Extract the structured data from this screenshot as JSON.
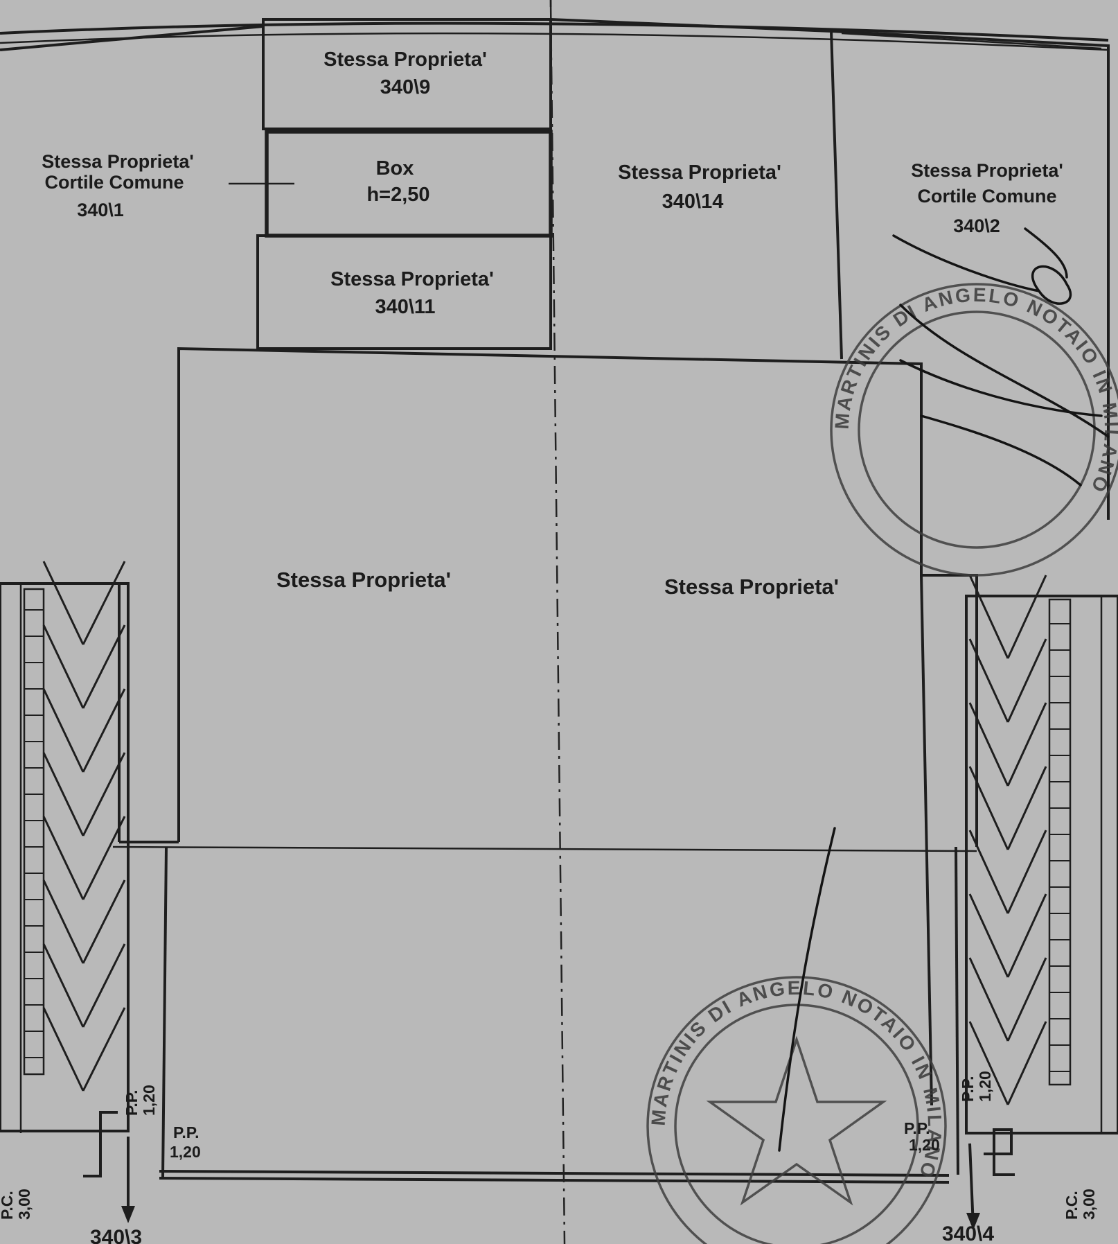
{
  "units": {
    "unit_9": {
      "line1": "Stessa Proprieta'",
      "line2": "340\\9"
    },
    "box": {
      "line1": "Box",
      "line2": "h=2,50"
    },
    "unit_11": {
      "line1": "Stessa Proprieta'",
      "line2": "340\\11"
    },
    "unit_14": {
      "line1": "Stessa Proprieta'",
      "line2": "340\\14"
    },
    "unit_1": {
      "line1": "Stessa Proprieta'",
      "line2": "Cortile Comune",
      "line3": "340\\1"
    },
    "unit_2": {
      "line1": "Stessa Proprieta'",
      "line2": "Cortile Comune",
      "line3": "340\\2"
    },
    "main_left": {
      "label": "Stessa Proprieta'"
    },
    "main_right": {
      "label": "Stessa Proprieta'"
    }
  },
  "markers": {
    "pp": "P.P.",
    "pp_value": "1,20",
    "pc": "P.C.",
    "pc_value": "3,00",
    "ref_bottom_left": "340\\3",
    "ref_bottom_right": "340\\4"
  },
  "stamps": {
    "top_right_text": "MARTINIS DI ANGELO NOTAIO IN MILANO",
    "bottom_text": "MARTINIS DI ANGELO NOTAIO IN MILANO"
  }
}
